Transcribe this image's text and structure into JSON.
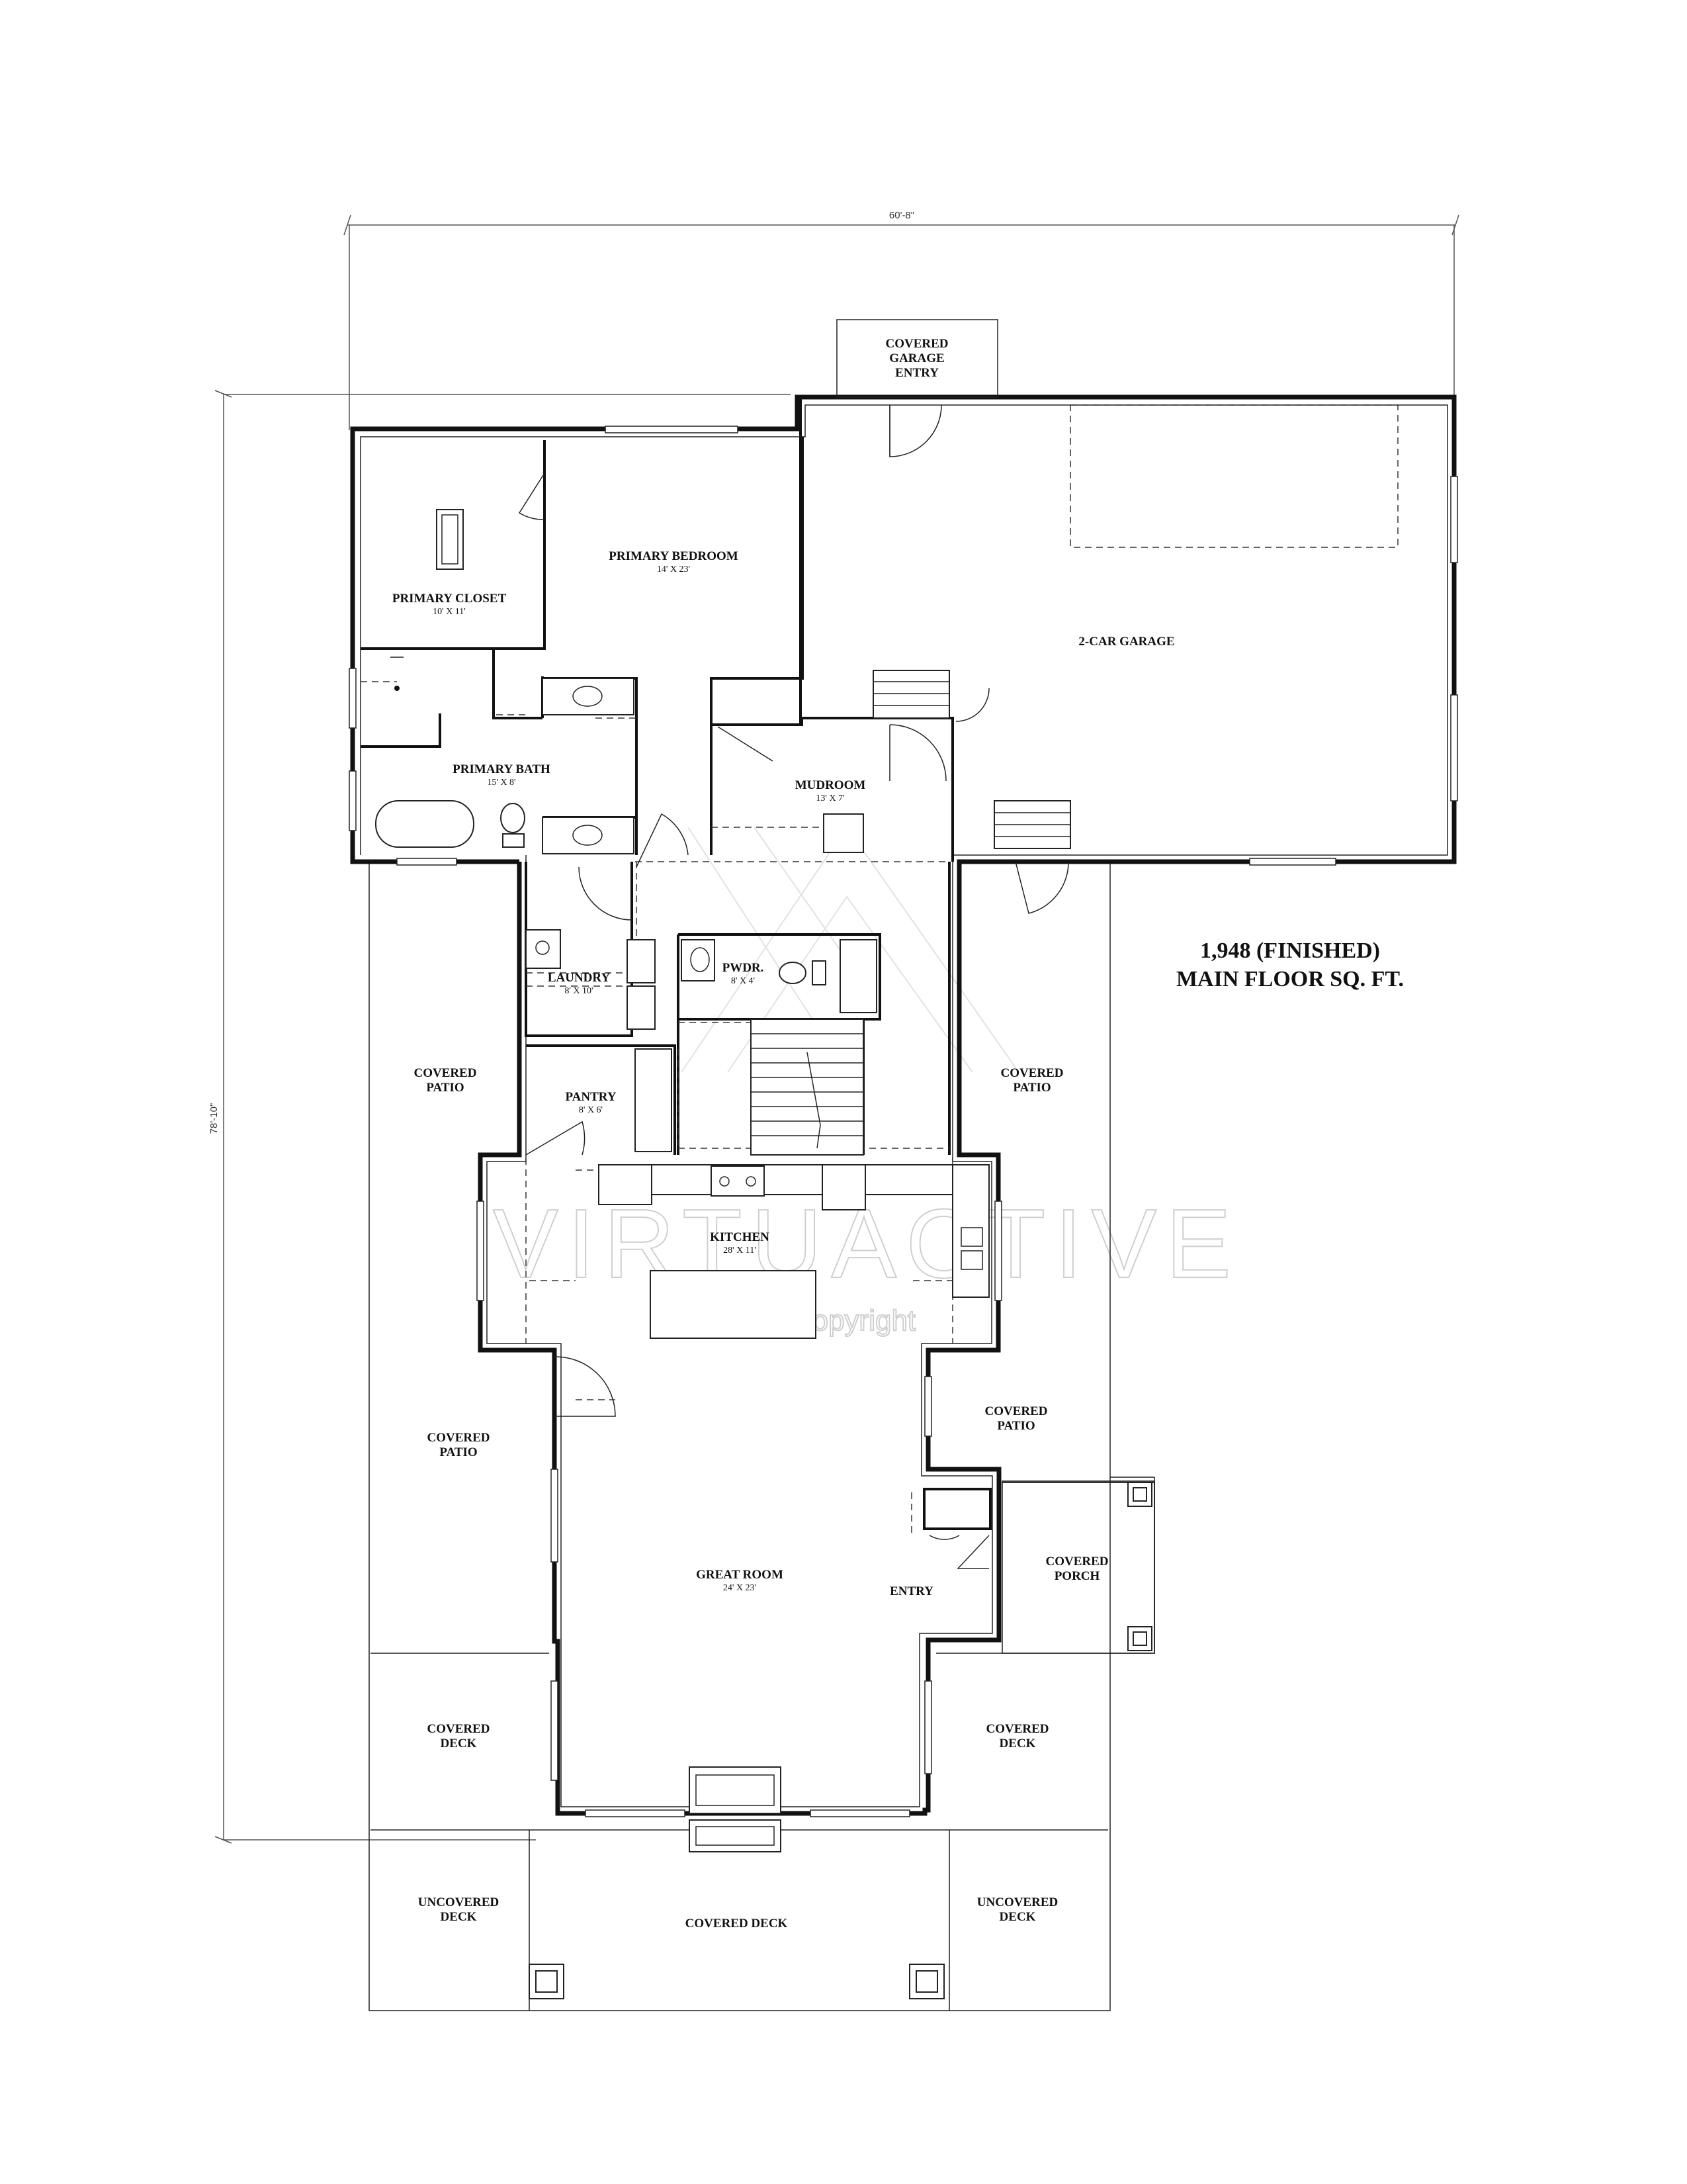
{
  "dimensions": {
    "width": "60'-8\"",
    "depth": "78'-10\""
  },
  "summary": {
    "line1": "1,948 (FINISHED)",
    "line2": "MAIN FLOOR SQ. FT."
  },
  "rooms": {
    "garage_entry": {
      "l1": "COVERED",
      "l2": "GARAGE",
      "l3": "ENTRY"
    },
    "primary_bedroom": {
      "name": "PRIMARY BEDROOM",
      "size": "14' X 23'"
    },
    "primary_closet": {
      "name": "PRIMARY CLOSET",
      "size": "10' X 11'"
    },
    "garage": {
      "name": "2-CAR GARAGE"
    },
    "primary_bath": {
      "name": "PRIMARY BATH",
      "size": "15' X 8'"
    },
    "mudroom": {
      "name": "MUDROOM",
      "size": "13' X 7'"
    },
    "laundry": {
      "name": "LAUNDRY",
      "size": "8' X 10'"
    },
    "powder": {
      "name": "PWDR.",
      "size": "8' X 4'"
    },
    "pantry": {
      "name": "PANTRY",
      "size": "8' X 6'"
    },
    "kitchen": {
      "name": "KITCHEN",
      "size": "28' X 11'"
    },
    "great_room": {
      "name": "GREAT ROOM",
      "size": "24' X 23'"
    },
    "entry": {
      "name": "ENTRY"
    },
    "patio_west_upper": {
      "l1": "COVERED",
      "l2": "PATIO"
    },
    "patio_east_upper": {
      "l1": "COVERED",
      "l2": "PATIO"
    },
    "patio_west_lower": {
      "l1": "COVERED",
      "l2": "PATIO"
    },
    "patio_east_lower": {
      "l1": "COVERED",
      "l2": "PATIO"
    },
    "porch": {
      "l1": "COVERED",
      "l2": "PORCH"
    },
    "deck_west": {
      "l1": "COVERED",
      "l2": "DECK"
    },
    "deck_east": {
      "l1": "COVERED",
      "l2": "DECK"
    },
    "uncovered_west": {
      "l1": "UNCOVERED",
      "l2": "DECK"
    },
    "uncovered_east": {
      "l1": "UNCOVERED",
      "l2": "DECK"
    },
    "covered_deck": {
      "name": "COVERED DECK"
    }
  },
  "watermark": {
    "brand": "VIRTUACTIVE",
    "copyright": "Copyright"
  }
}
